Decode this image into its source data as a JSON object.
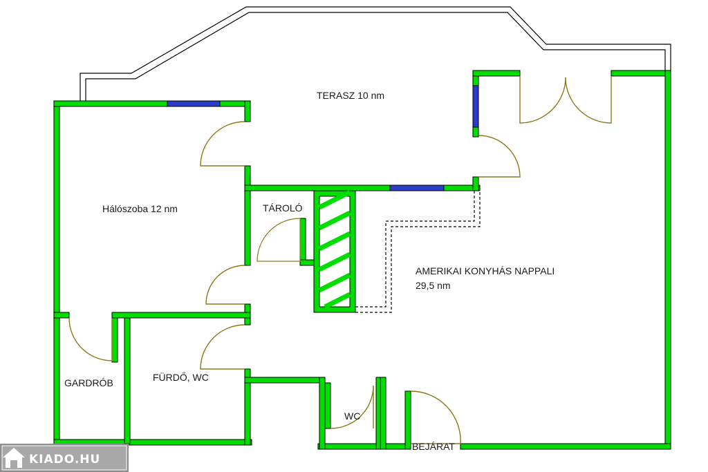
{
  "rooms": {
    "terrace": "TERASZ 10 nm",
    "bedroom": "Hálószoba 12 nm",
    "storage": "TÁROLÓ",
    "living_line1": "AMERIKAI KONYHÁS NAPPALI",
    "living_line2": "29,5 nm",
    "wardrobe": "GARDRÓB",
    "bathroom": "FÜRDŐ, WC",
    "wc": "WC",
    "entrance": "BEJÁRAT"
  },
  "logo": {
    "text": "KIADO.HU"
  },
  "colors": {
    "wall": "#00dd00",
    "wall_outline": "#000000",
    "window": "#2a3cc8",
    "door_arc": "#8a7a1a",
    "railing": "#000000"
  }
}
